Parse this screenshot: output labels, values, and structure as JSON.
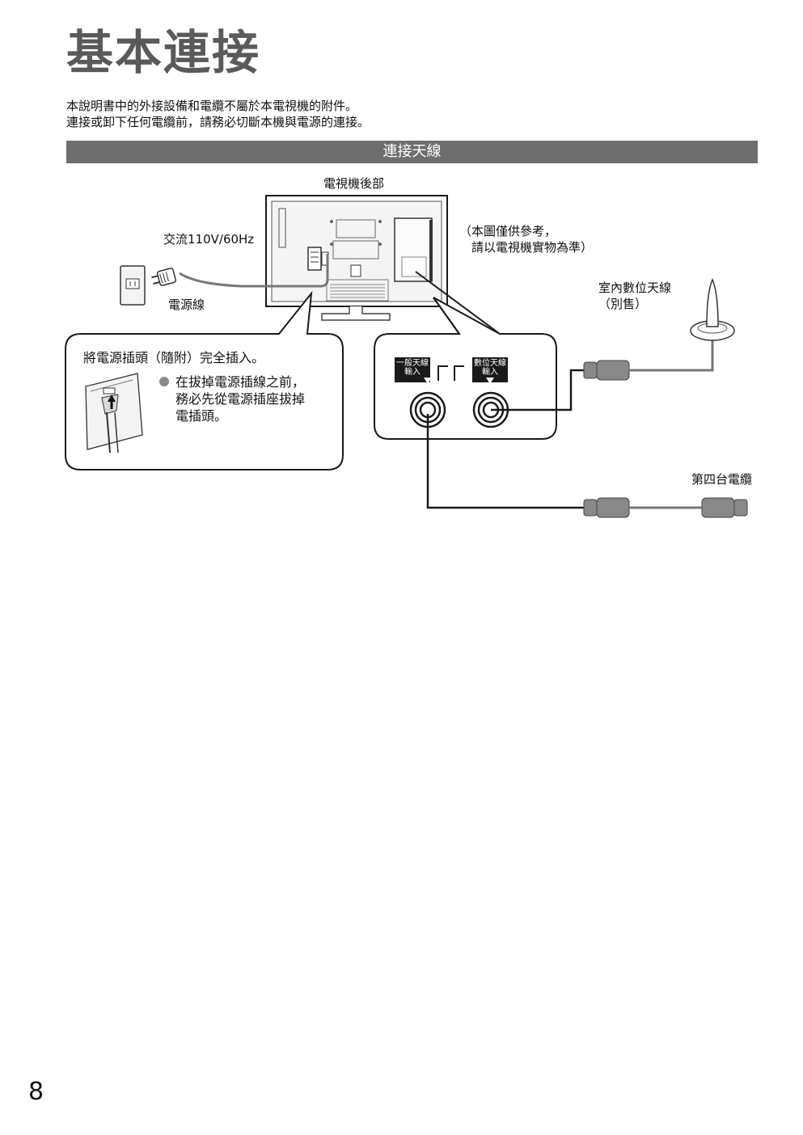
{
  "page": {
    "title": "基本連接",
    "intro_lines": [
      "本說明書中的外接設備和電纜不屬於本電視機的附件。",
      "連接或卸下任何電纜前，請務必切斷本機與電源的連接。"
    ],
    "section_title": "連接天線",
    "page_number": "8"
  },
  "diagram": {
    "tv_back_label": "電視機後部",
    "ac_label": "交流110V/60Hz",
    "power_cord_label": "電源線",
    "note_lines": [
      "（本圖僅供參考，",
      "請以電視機實物為準）"
    ],
    "indoor_antenna_lines": [
      "室內數位天線",
      "（別售）"
    ],
    "cable_tv_label": "第四台電纜",
    "plug_instruction": "將電源插頭（隨附）完全插入。",
    "bullet_lines": [
      "在拔掉電源插線之前，",
      "務必先從電源插座拔掉",
      "電插頭。"
    ],
    "port_general_lines": [
      "一般天線",
      "輸入"
    ],
    "port_digital_lines": [
      "數位天線",
      "輸入"
    ]
  }
}
